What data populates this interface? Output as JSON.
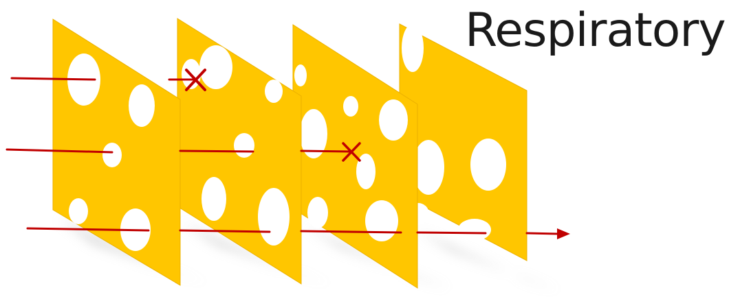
{
  "title": "Respiratory",
  "colors": {
    "slice": "#FFC600",
    "slice_edge": "#E8A800",
    "hole": "#FFFFFF",
    "arrow": "#C00000",
    "shadow": "#B9B9B9"
  },
  "diagram": {
    "layers": [
      {
        "name": "layer-1"
      },
      {
        "name": "layer-2"
      },
      {
        "name": "layer-3"
      },
      {
        "name": "layer-4"
      }
    ],
    "paths": [
      {
        "name": "hazard-path-top",
        "blocked": true,
        "stops_at_layer": 2
      },
      {
        "name": "hazard-path-middle",
        "blocked": true,
        "stops_at_layer": 3
      },
      {
        "name": "hazard-path-bottom",
        "blocked": false,
        "passes_all_layers": true
      }
    ],
    "block_markers": [
      "x-mark",
      "x-mark"
    ],
    "exit_arrow_icon": "arrow-head-icon"
  }
}
